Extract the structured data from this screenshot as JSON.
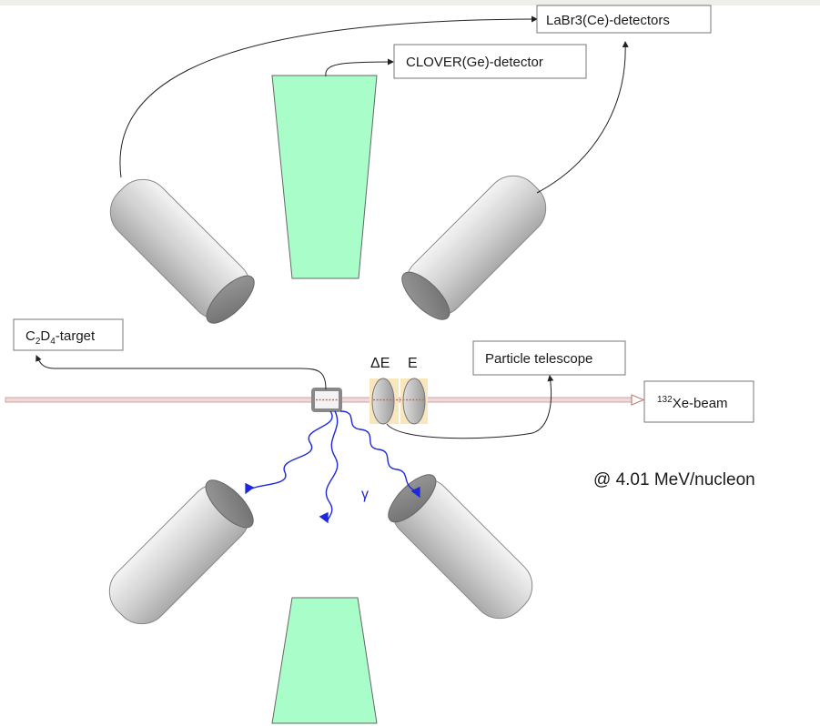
{
  "labels": {
    "labr3": "LaBr3(Ce)-detectors",
    "clover": "CLOVER(Ge)-detector",
    "target_c": "C",
    "target_sub1": "2",
    "target_d": "D",
    "target_sub2": "4",
    "target_rest": "-target",
    "telescope": "Particle telescope",
    "delta_e": "ΔE",
    "e": "E",
    "beam_sup": "132",
    "beam_rest": "Xe-beam",
    "energy": "@ 4.01 MeV/nucleon",
    "gamma": "γ"
  },
  "colors": {
    "clover_fill": "#a8fdc9",
    "beam": "#d4a5a5",
    "gamma_ray": "#1f28d8",
    "detector_window": "#f9e6bd"
  }
}
